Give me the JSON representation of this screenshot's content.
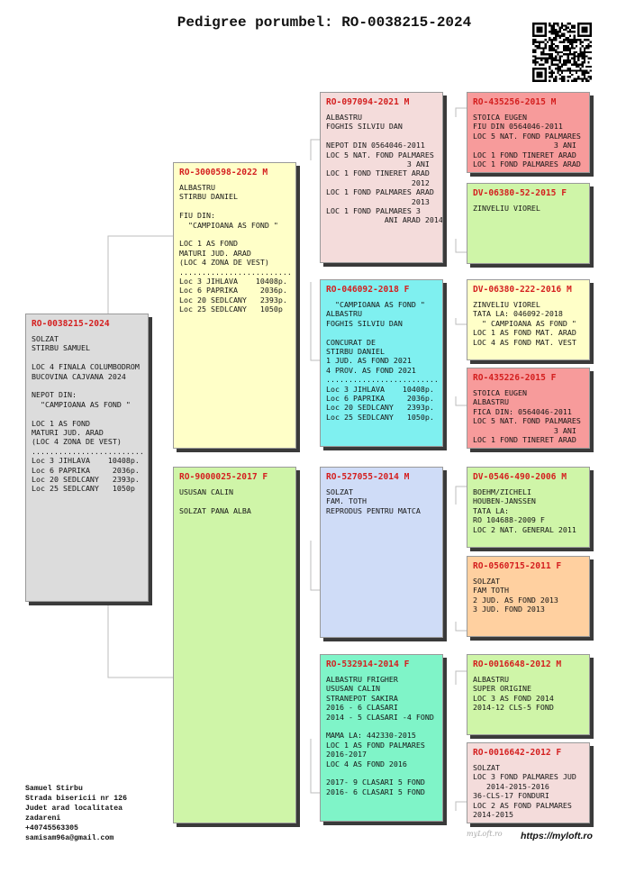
{
  "title": "Pedigree porumbel: RO-0038215-2024",
  "colors": {
    "ring": "#d41f1f",
    "shadow": "#3a3a3a",
    "gray": "#dcdcdc",
    "yellow": "#ffffc8",
    "green": "#cff5a8",
    "pink": "#f4dcdb",
    "cyan": "#7ff0f0",
    "blue": "#cfdcf7",
    "teal": "#7ff4c8",
    "red": "#f79b9b",
    "orange": "#ffd0a0"
  },
  "cards": {
    "main": {
      "ring": "RO-0038215-2024",
      "lines": [
        "SOLZAT",
        "STIRBU SAMUEL",
        "",
        "LOC 4 FINALA COLUMBODROM",
        "BUCOVINA CAJVANA 2024",
        "",
        "NEPOT DIN:",
        "  \"CAMPIOANA AS FOND \"",
        "",
        "LOC 1 AS FOND",
        "MATURI JUD. ARAD",
        "(LOC 4 ZONA DE VEST)",
        ".........................",
        "Loc 3 JIHLAVA    10408p.",
        "Loc 6 PAPRIKA     2036p.",
        "Loc 20 SEDLCANY   2393p.",
        "Loc 25 SEDLCANY   1050p"
      ]
    },
    "sire": {
      "ring": "RO-3000598-2022 M",
      "lines": [
        "ALBASTRU",
        "STIRBU DANIEL",
        "",
        "FIU DIN:",
        "  \"CAMPIOANA AS FOND \"",
        "",
        "LOC 1 AS FOND",
        "MATURI JUD. ARAD",
        "(LOC 4 ZONA DE VEST)",
        ".........................",
        "Loc 3 JIHLAVA    10408p.",
        "Loc 6 PAPRIKA     2036p.",
        "Loc 20 SEDLCANY   2393p.",
        "Loc 25 SEDLCANY   1050p"
      ]
    },
    "dam": {
      "ring": "RO-9000025-2017 F",
      "lines": [
        "USUSAN CALIN",
        "",
        "SOLZAT PANA ALBA"
      ]
    },
    "ss": {
      "ring": "RO-097094-2021 M",
      "lines": [
        "ALBASTRU",
        "FOGHIS SILVIU DAN",
        "",
        "NEPOT DIN 0564046-2011",
        "LOC 5 NAT. FOND PALMARES",
        "                  3 ANI",
        "LOC 1 FOND TINERET ARAD",
        "                   2012",
        "LOC 1 FOND PALMARES ARAD",
        "                   2013",
        "LOC 1 FOND PALMARES 3",
        "             ANI ARAD 2014"
      ]
    },
    "sd": {
      "ring": "RO-046092-2018 F",
      "lines": [
        "  \"CAMPIOANA AS FOND \"",
        "ALBASTRU",
        "FOGHIS SILVIU DAN",
        "",
        "CONCURAT DE",
        "STIRBU DANIEL",
        "1 JUD. AS FOND 2021",
        "4 PROV. AS FOND 2021",
        ".........................",
        "Loc 3 JIHLAVA    10408p.",
        "Loc 6 PAPRIKA     2036p.",
        "Loc 20 SEDLCANY   2393p.",
        "Loc 25 SEDLCANY   1050p."
      ]
    },
    "ds": {
      "ring": "RO-527055-2014 M",
      "lines": [
        "SOLZAT",
        "FAM. TOTH",
        "REPRODUS PENTRU MATCA"
      ]
    },
    "dd": {
      "ring": "RO-532914-2014 F",
      "lines": [
        "ALBASTRU FRIGHER",
        "USUSAN CALIN",
        "STRANEPOT SAKIRA",
        "2016 - 6 CLASARI",
        "2014 - 5 CLASARI -4 FOND",
        "",
        "MAMA LA: 442330-2015",
        "LOC 1 AS FOND PALMARES",
        "2016-2017",
        "LOC 4 AS FOND 2016",
        "",
        "2017- 9 CLASARI 5 FOND",
        "2016- 6 CLASARI 5 FOND"
      ]
    },
    "sss": {
      "ring": "RO-435256-2015 M",
      "lines": [
        "STOICA EUGEN",
        "FIU DIN 0564046-2011",
        "LOC 5 NAT. FOND PALMARES",
        "                  3 ANI",
        "LOC 1 FOND TINERET ARAD",
        "LOC 1 FOND PALMARES ARAD"
      ]
    },
    "ssd": {
      "ring": "DV-06380-52-2015 F",
      "lines": [
        "ZINVELIU VIOREL"
      ]
    },
    "sds": {
      "ring": "DV-06380-222-2016 M",
      "lines": [
        "ZINVELIU VIOREL",
        "TATA LA: 046092-2018",
        "  \" CAMPIOANA AS FOND \"",
        "LOC 1 AS FOND MAT. ARAD",
        "LOC 4 AS FOND MAT. VEST"
      ]
    },
    "sdd": {
      "ring": "RO-435226-2015 F",
      "lines": [
        "STOICA EUGEN",
        "ALBASTRU",
        "FICA DIN: 0564046-2011",
        "LOC 5 NAT. FOND PALMARES",
        "                  3 ANI",
        "LOC 1 FOND TINERET ARAD"
      ]
    },
    "dss": {
      "ring": "DV-0546-490-2006 M",
      "lines": [
        "BOEHM/ZICHELI",
        "HOUBEN-JANSSEN",
        "TATA LA:",
        "RO 104688-2009 F",
        "LOC 2 NAT. GENERAL 2011"
      ]
    },
    "dsd": {
      "ring": "RO-0560715-2011 F",
      "lines": [
        "SOLZAT",
        "FAM TOTH",
        "2 JUD. AS FOND 2013",
        "3 JUD. FOND 2013"
      ]
    },
    "dds": {
      "ring": "RO-0016648-2012 M",
      "lines": [
        "ALBASTRU",
        "SUPER ORIGINE",
        "LOC 3 AS FOND 2014",
        "2014-12 CLS-5 FOND"
      ]
    },
    "ddd": {
      "ring": "RO-0016642-2012 F",
      "lines": [
        "SOLZAT",
        "LOC 3 FOND PALMARES JUD",
        "   2014-2015-2016",
        "36-CLS-17 FONDURI",
        "LOC 2 AS FOND PALMARES",
        "2014-2015"
      ]
    }
  },
  "footer": {
    "lines": [
      "Samuel Stirbu",
      "Strada bisericii nr 126",
      "Judet arad localitatea",
      "zadareni",
      "+40745563305",
      "samisam96a@gmail.com"
    ]
  },
  "website": "https://myloft.ro",
  "signature": "myLoft.ro"
}
